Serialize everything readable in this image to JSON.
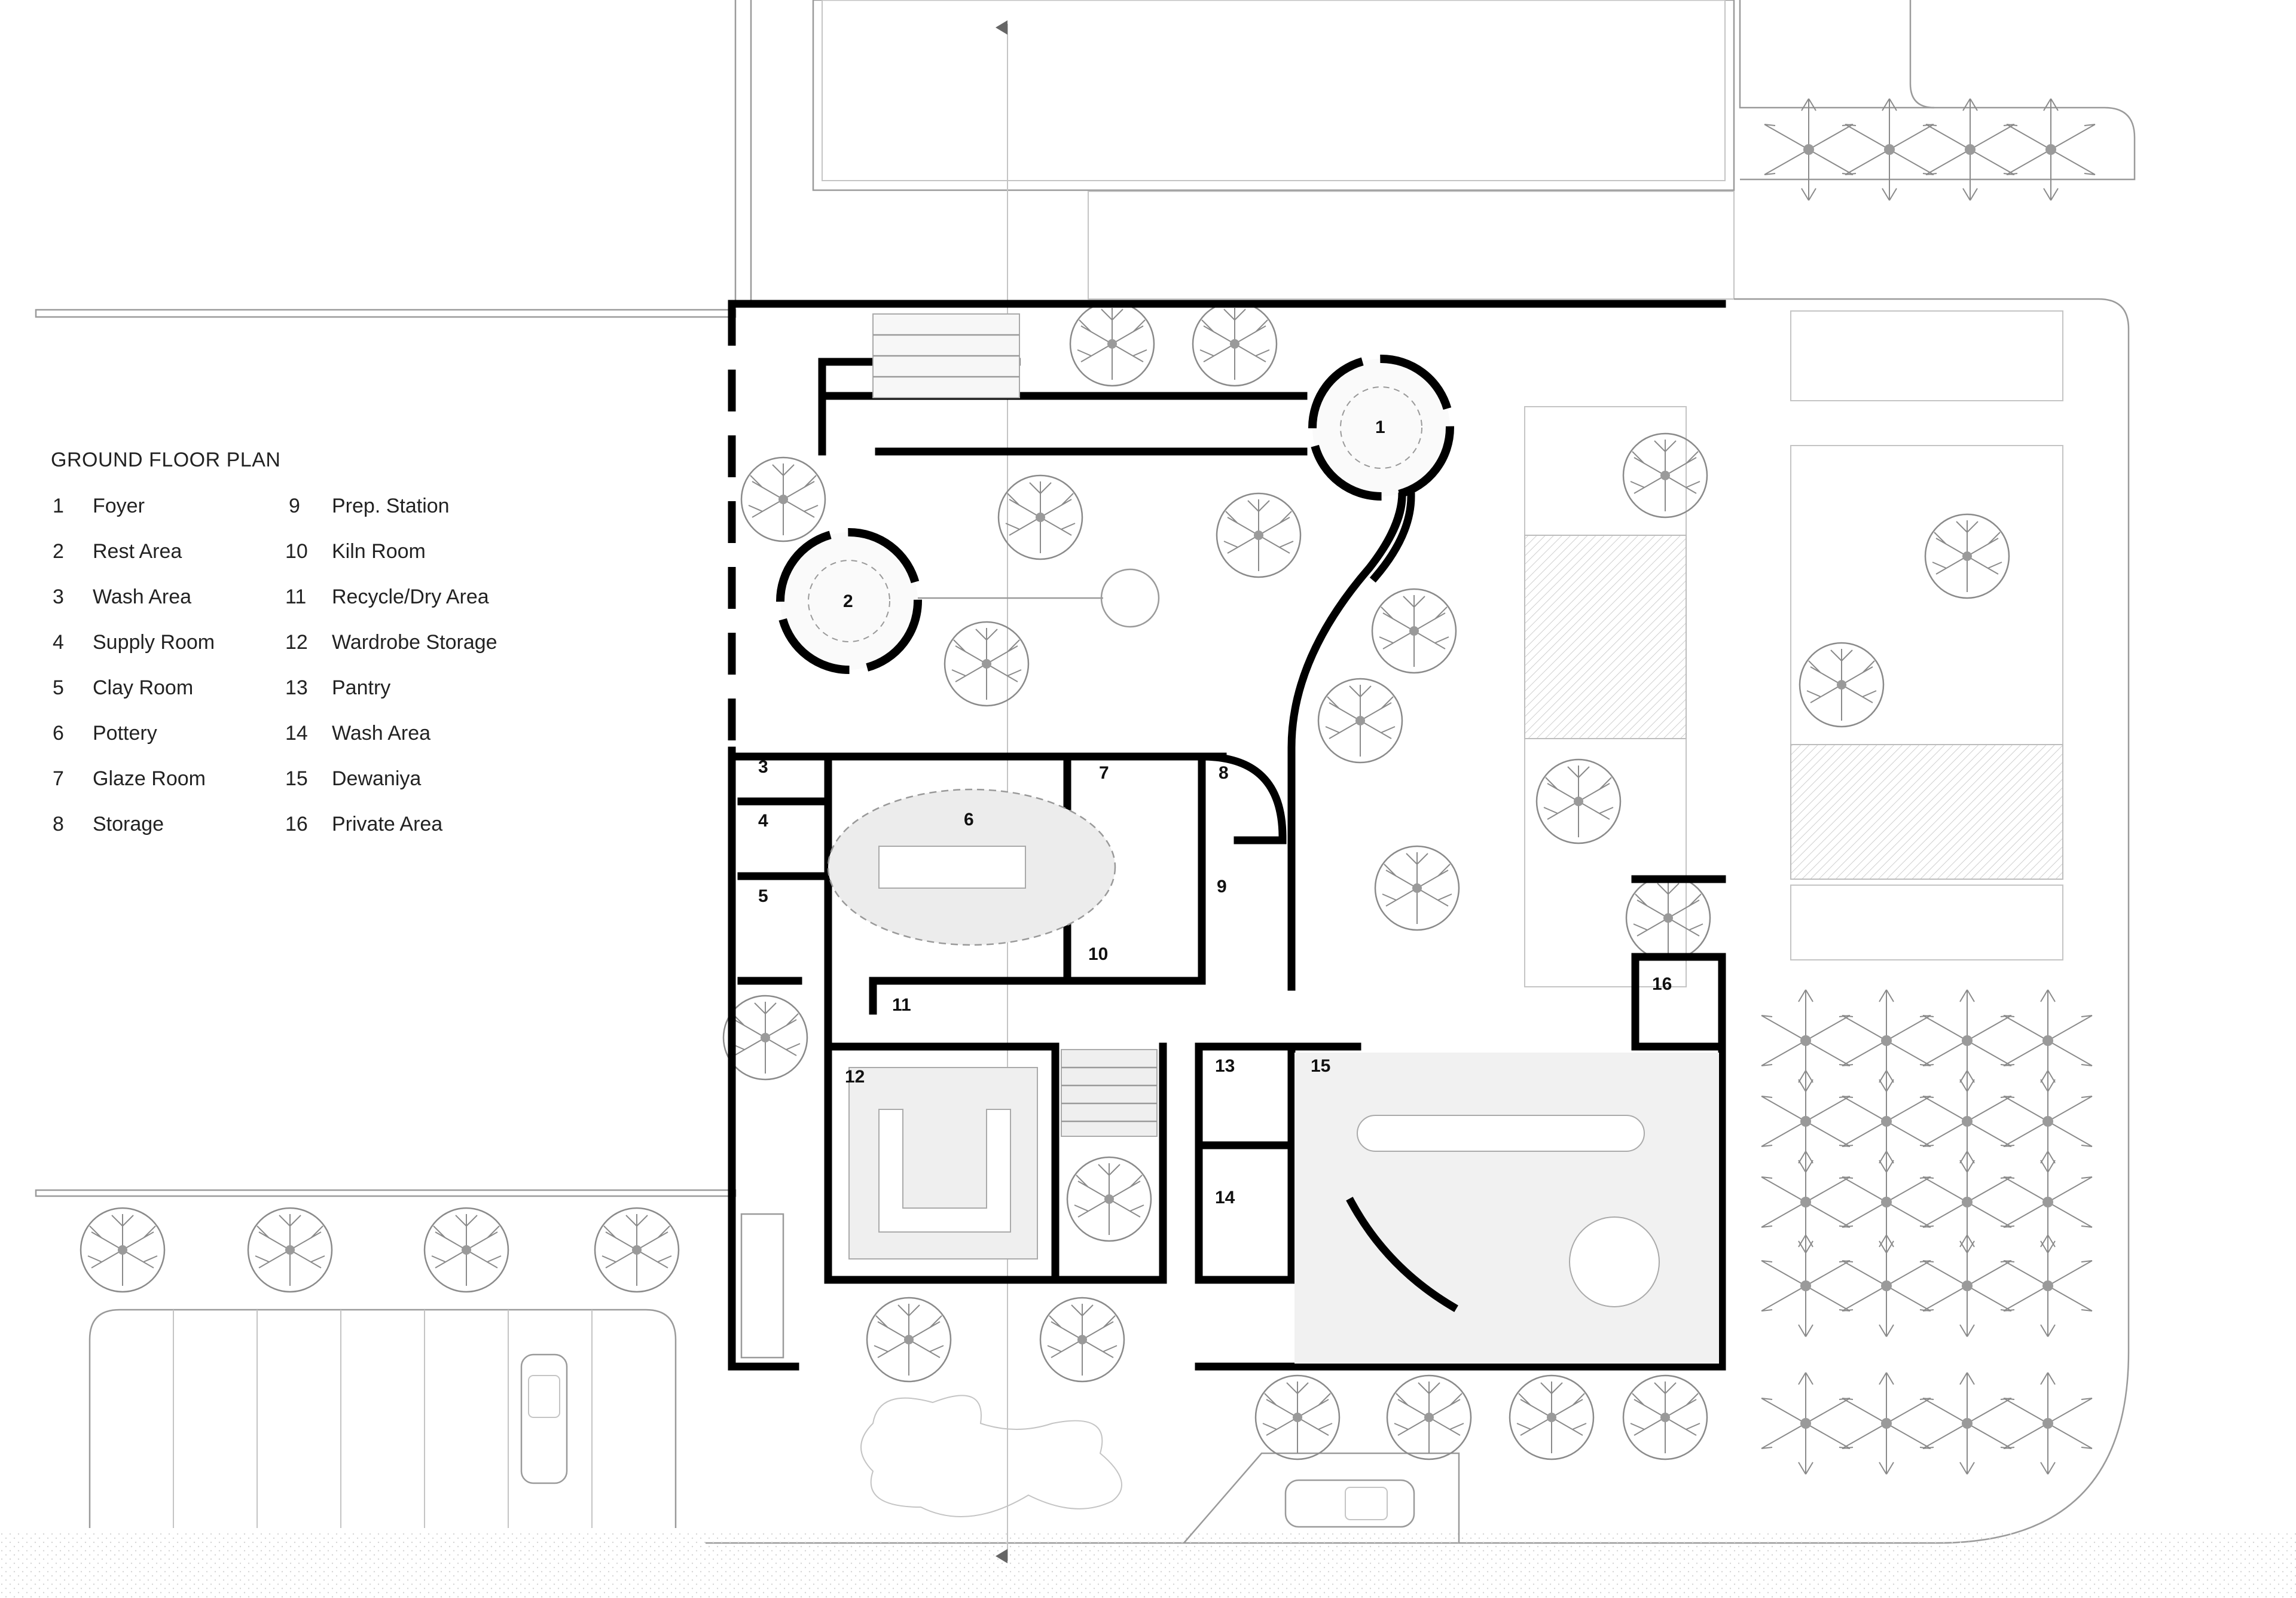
{
  "legend": {
    "title": "GROUND FLOOR PLAN",
    "items": [
      {
        "num": "1",
        "label": "Foyer"
      },
      {
        "num": "2",
        "label": "Rest Area"
      },
      {
        "num": "3",
        "label": "Wash Area"
      },
      {
        "num": "4",
        "label": "Supply Room"
      },
      {
        "num": "5",
        "label": "Clay Room"
      },
      {
        "num": "6",
        "label": "Pottery"
      },
      {
        "num": "7",
        "label": "Glaze Room"
      },
      {
        "num": "8",
        "label": "Storage"
      },
      {
        "num": "9",
        "label": "Prep. Station"
      },
      {
        "num": "10",
        "label": "Kiln Room"
      },
      {
        "num": "11",
        "label": "Recycle/Dry Area"
      },
      {
        "num": "12",
        "label": "Wardrobe Storage"
      },
      {
        "num": "13",
        "label": "Pantry"
      },
      {
        "num": "14",
        "label": "Wash Area"
      },
      {
        "num": "15",
        "label": "Dewaniya"
      },
      {
        "num": "16",
        "label": "Private Area"
      }
    ]
  },
  "room_numbers": [
    "1",
    "2",
    "3",
    "4",
    "5",
    "6",
    "7",
    "8",
    "9",
    "10",
    "11",
    "12",
    "13",
    "14",
    "15",
    "16"
  ],
  "colors": {
    "wall": "#000000",
    "linework": "#9a9a9a",
    "floor": "#efefef",
    "background": "#ffffff"
  },
  "icons": [
    "section-arrow-icon",
    "tree-icon",
    "car-icon"
  ]
}
